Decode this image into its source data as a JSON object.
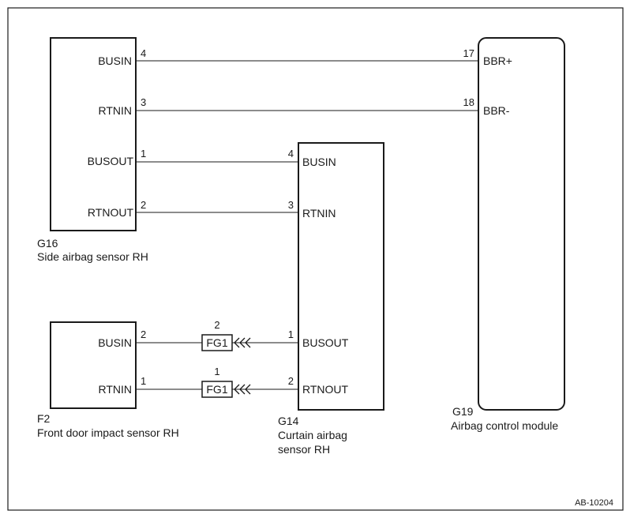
{
  "diagram_id": "AB-10204",
  "components": {
    "g16": {
      "code": "G16",
      "name": "Side airbag sensor RH",
      "pins": {
        "busin": "BUSIN",
        "rtnin": "RTNIN",
        "busout": "BUSOUT",
        "rtnout": "RTNOUT"
      }
    },
    "g19": {
      "code": "G19",
      "name": "Airbag control module",
      "pins": {
        "bbr_plus": "BBR+",
        "bbr_minus": "BBR-"
      }
    },
    "g14": {
      "code": "G14",
      "name_line1": "Curtain airbag",
      "name_line2": "sensor RH",
      "pins": {
        "busin": "BUSIN",
        "rtnin": "RTNIN",
        "busout": "BUSOUT",
        "rtnout": "RTNOUT"
      }
    },
    "f2": {
      "code": "F2",
      "name": "Front door impact sensor RH",
      "pins": {
        "busin": "BUSIN",
        "rtnin": "RTNIN"
      }
    }
  },
  "connectors": {
    "fg1_upper": {
      "label": "FG1",
      "pin": "2"
    },
    "fg1_lower": {
      "label": "FG1",
      "pin": "1"
    }
  },
  "wires": {
    "g16_busin": {
      "from_pin": "4",
      "to_pin": "17"
    },
    "g16_rtnin": {
      "from_pin": "3",
      "to_pin": "18"
    },
    "g16_busout": {
      "from_pin": "1",
      "to_pin": "4"
    },
    "g16_rtnout": {
      "from_pin": "2",
      "to_pin": "3"
    },
    "f2_busin": {
      "from_pin": "2",
      "to_pin": "1"
    },
    "f2_rtnin": {
      "from_pin": "1",
      "to_pin": "2"
    }
  }
}
